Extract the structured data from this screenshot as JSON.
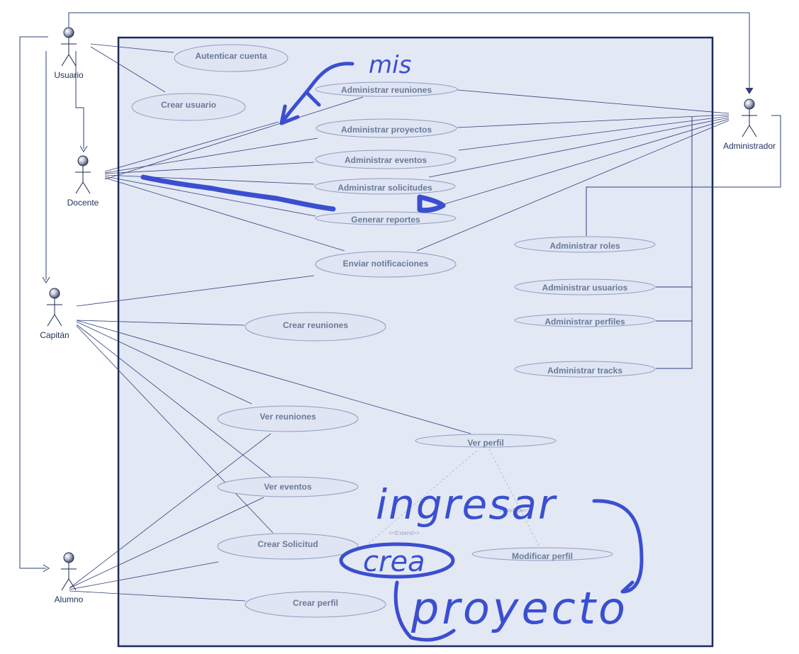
{
  "diagram": {
    "actors": {
      "usuario": "Usuario",
      "docente": "Docente",
      "capitan": "Capitán",
      "alumno": "Alumno",
      "administrador": "Administrador"
    },
    "use_cases": {
      "autenticar": "Autenticar cuenta",
      "crear_usuario": "Crear usuario",
      "adm_reuniones": "Administrar reuniones",
      "adm_proyectos": "Administrar proyectos",
      "adm_eventos": "Administrar eventos",
      "adm_solicitudes": "Administrar solicitudes",
      "generar_reportes": "Generar reportes",
      "enviar_notif": "Enviar notificaciones",
      "adm_roles": "Administrar roles",
      "adm_usuarios": "Administrar usuarios",
      "adm_perfiles": "Administrar perfiles",
      "adm_tracks": "Administrar tracks",
      "crear_reuniones": "Crear reuniones",
      "ver_reuniones": "Ver reuniones",
      "ver_perfil": "Ver perfil",
      "ver_eventos": "Ver eventos",
      "crear_solicitud": "Crear Solicitud",
      "modificar_perfil": "Modificar perfil",
      "crear_perfil": "Crear perfil"
    },
    "stereotypes": {
      "extend": "<<Extend>>",
      "include": "<<Include>>"
    },
    "annotations": {
      "mis": "mis",
      "ingresar": "ingresar",
      "crea": "crea",
      "proyecto": "proyecto"
    },
    "colors": {
      "system_fill": "#e3e8f5",
      "system_border": "#1c2b5a",
      "use_case_fill": "#dfe5f3",
      "use_case_border": "#8f9dbd",
      "line": "#2e3f7a",
      "ink": "#3a4fd0"
    }
  }
}
